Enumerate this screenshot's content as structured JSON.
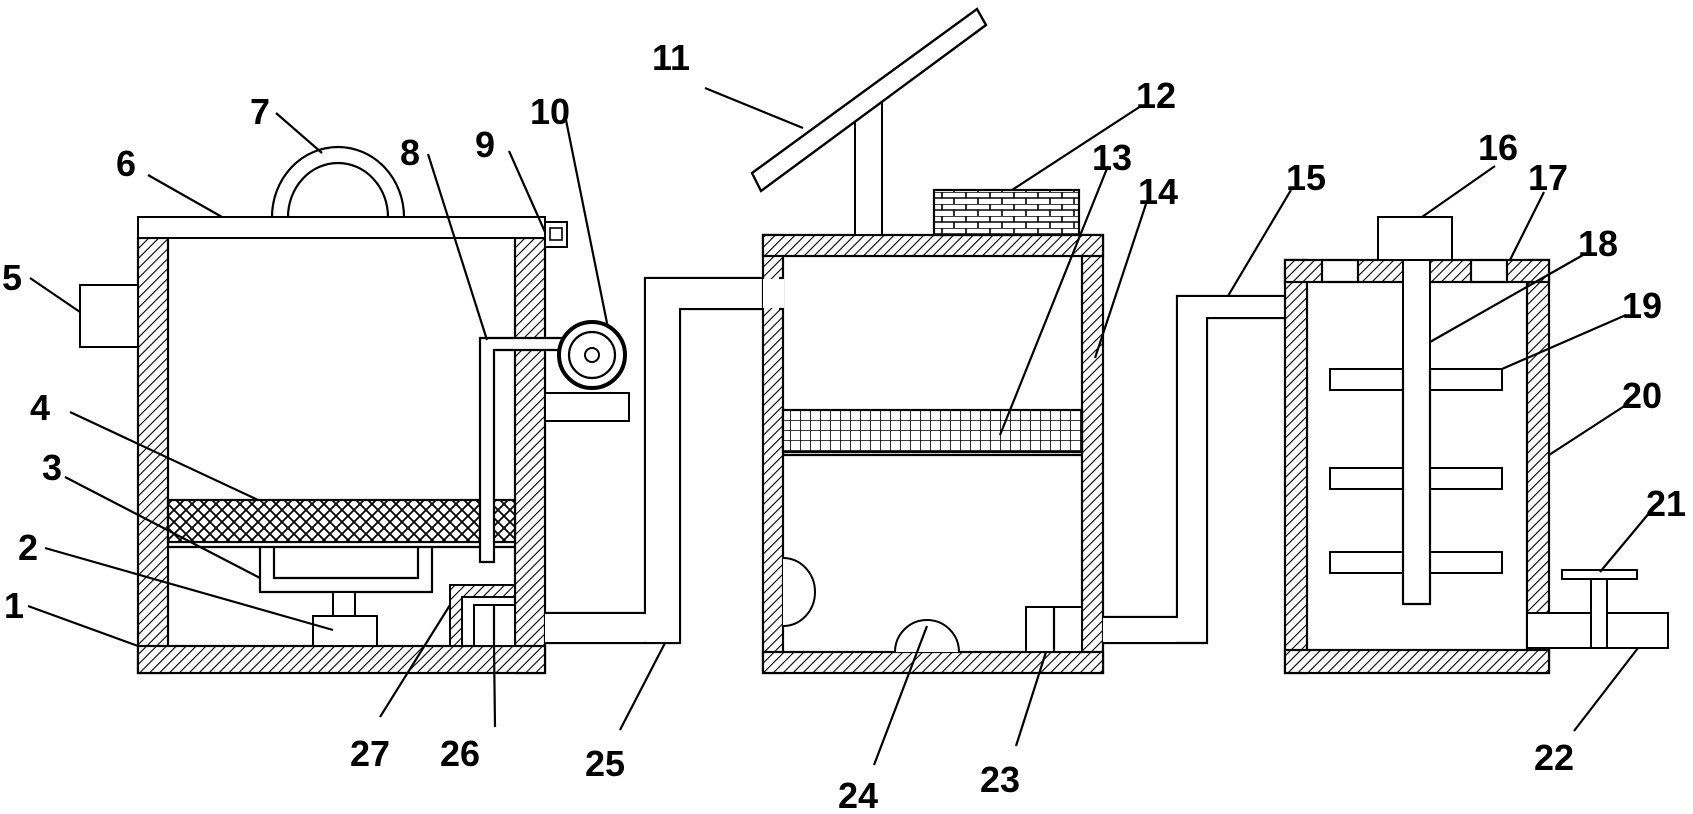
{
  "labels": {
    "n1": "1",
    "n2": "2",
    "n3": "3",
    "n4": "4",
    "n5": "5",
    "n6": "6",
    "n7": "7",
    "n8": "8",
    "n9": "9",
    "n10": "10",
    "n11": "11",
    "n12": "12",
    "n13": "13",
    "n14": "14",
    "n15": "15",
    "n16": "16",
    "n17": "17",
    "n18": "18",
    "n19": "19",
    "n20": "20",
    "n21": "21",
    "n22": "22",
    "n23": "23",
    "n24": "24",
    "n25": "25",
    "n26": "26",
    "n27": "27"
  }
}
